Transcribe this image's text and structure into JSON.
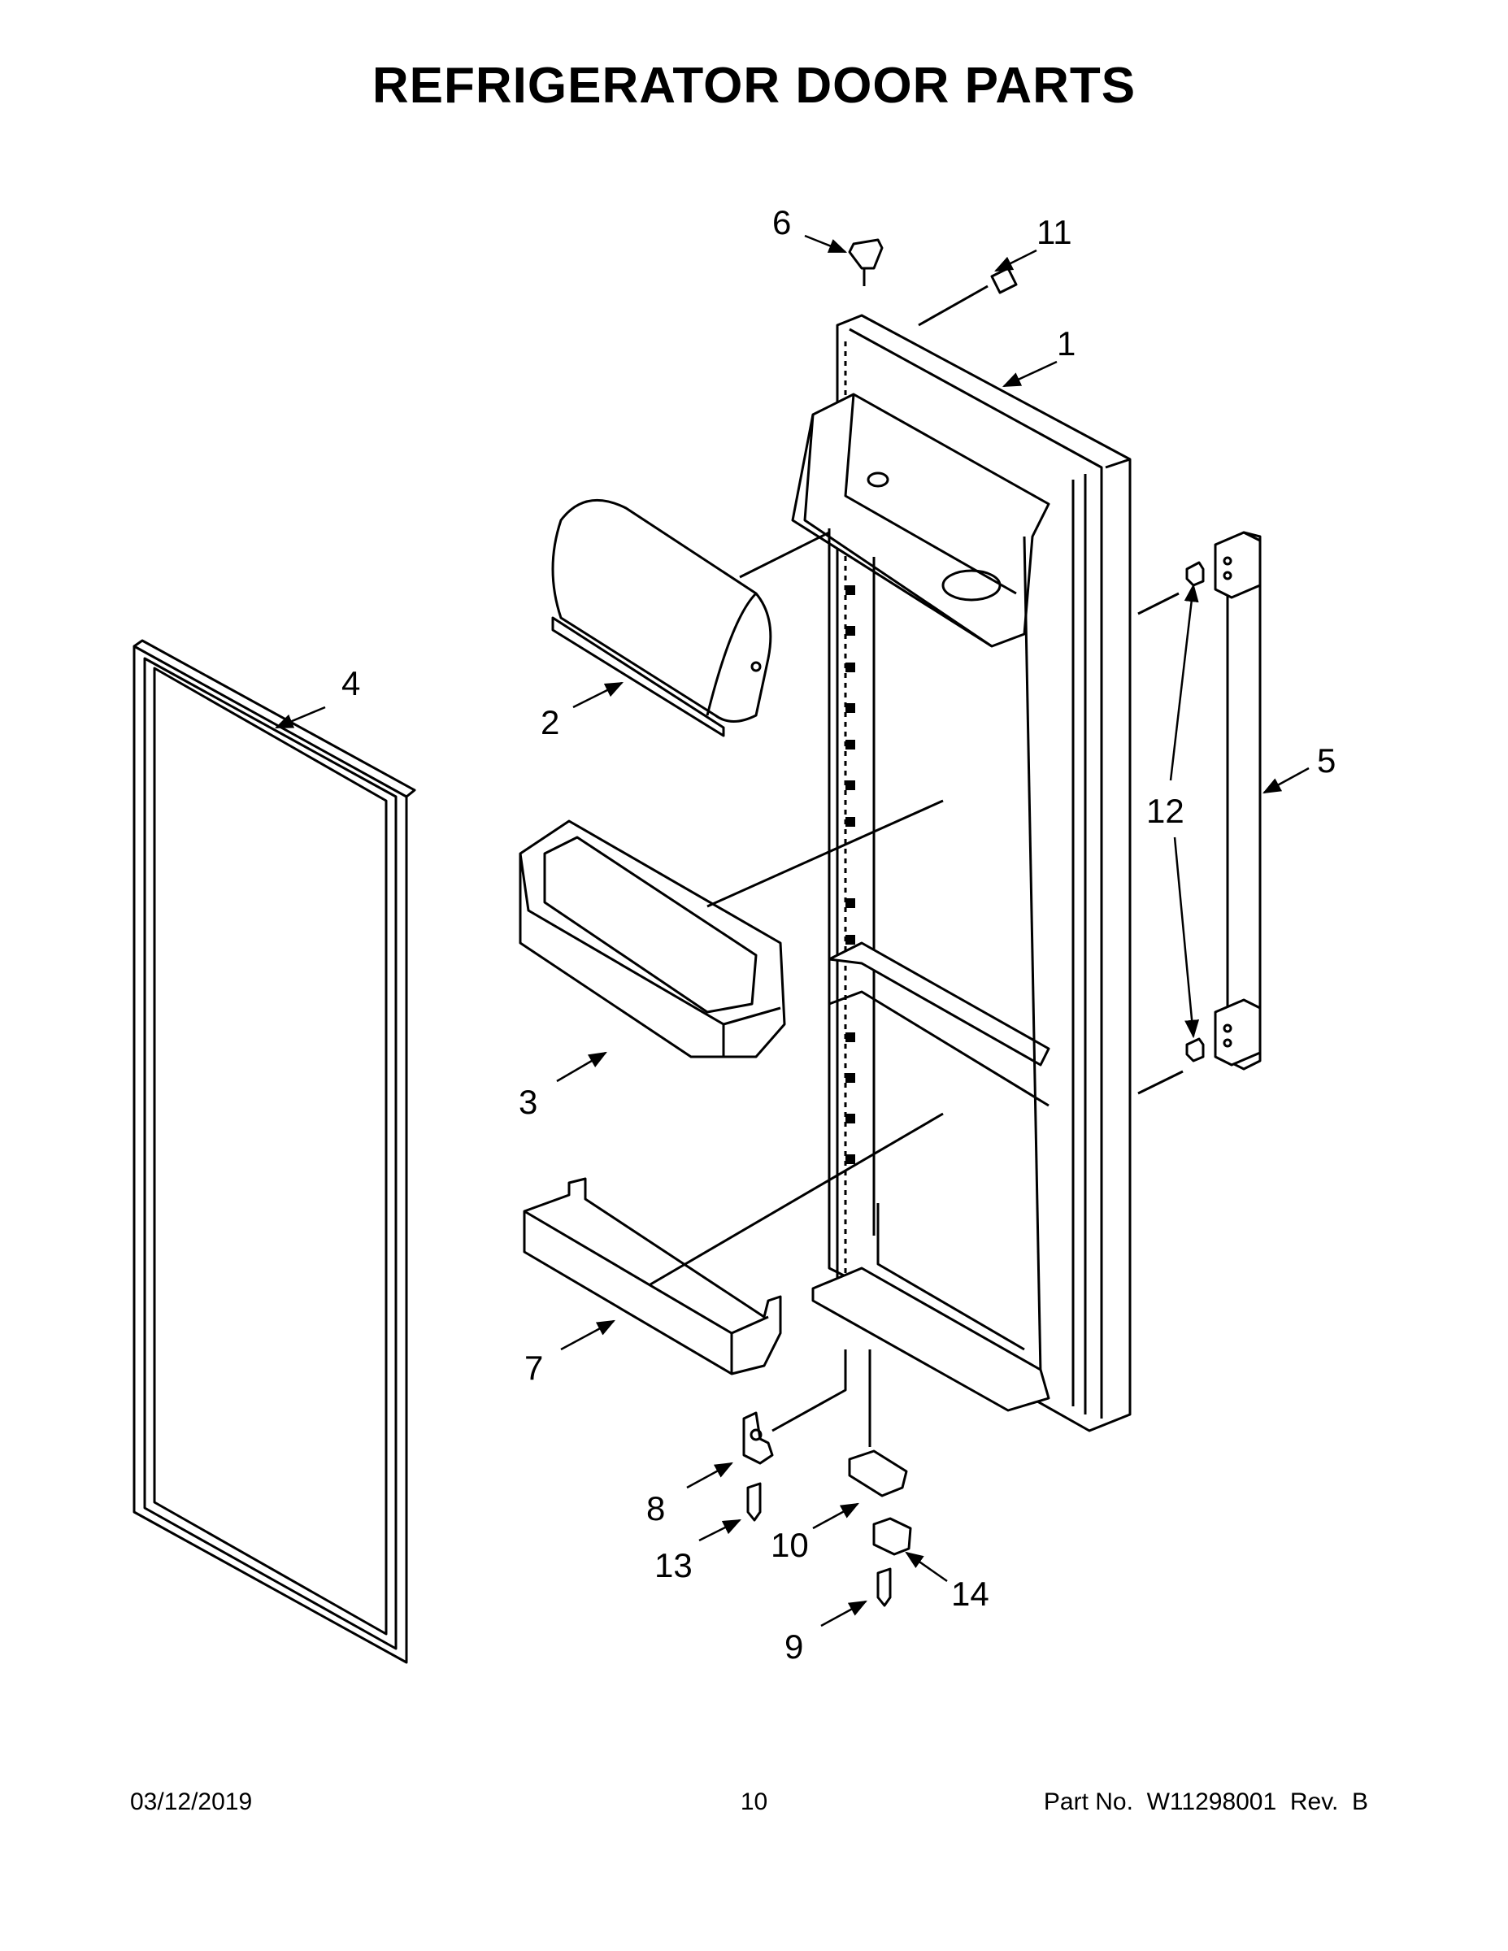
{
  "title": "REFRIGERATOR DOOR PARTS",
  "footer": {
    "date": "03/12/2019",
    "page": "10",
    "part_number": "Part No.  W11298001  Rev.  B"
  },
  "callouts": {
    "c1": "1",
    "c2": "2",
    "c3": "3",
    "c4": "4",
    "c5": "5",
    "c6": "6",
    "c7": "7",
    "c8": "8",
    "c9": "9",
    "c10": "10",
    "c11": "11",
    "c12": "12",
    "c13": "13",
    "c14": "14"
  }
}
